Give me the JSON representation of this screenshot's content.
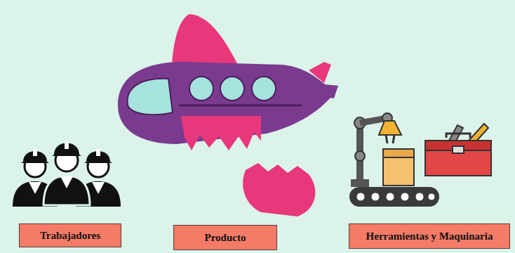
{
  "diagram": {
    "nodes": [
      {
        "text": [
          "Trabajadores"
        ]
      },
      {
        "text": [
          "Producto"
        ]
      },
      {
        "text": [
          "Herramientas y Maquinaria"
        ]
      }
    ]
  }
}
